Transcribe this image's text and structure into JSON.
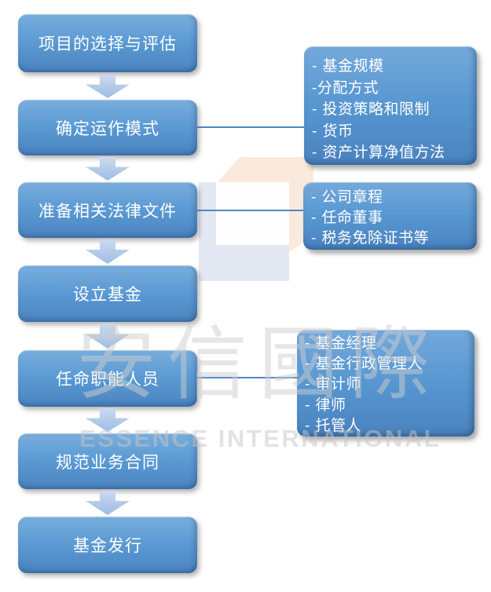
{
  "flow": {
    "steps": [
      {
        "label": "项目的选择与评估",
        "details": []
      },
      {
        "label": "确定运作模式",
        "details": [
          "- 基金规模",
          "-分配方式",
          "- 投资策略和限制",
          "- 货币",
          "- 资产计算净值方法"
        ]
      },
      {
        "label": "准备相关法律文件",
        "details": [
          "- 公司章程",
          "- 任命董事",
          "- 税务免除证书等"
        ]
      },
      {
        "label": "设立基金",
        "details": []
      },
      {
        "label": "任命职能人员",
        "details": [
          "- 基金经理",
          "- 基金行政管理人",
          "- 审计师",
          "- 律师",
          "- 托管人"
        ]
      },
      {
        "label": "规范业务合同",
        "details": []
      },
      {
        "label": "基金发行",
        "details": []
      }
    ]
  },
  "watermark": {
    "cjk_text": "安信國際",
    "latin_text": "ESSENCE INTERNATIONAL"
  },
  "colors": {
    "box_blue_top": "#79aedd",
    "box_blue_bottom": "#4b84c0",
    "arrow_blue": "#b3c9e9",
    "connector_blue": "#4d88c6",
    "text_white": "#ffffff",
    "logo_peach": "#faeadd",
    "logo_gray": "#e4e8f2",
    "watermark_gray": "#cdcdcd"
  }
}
